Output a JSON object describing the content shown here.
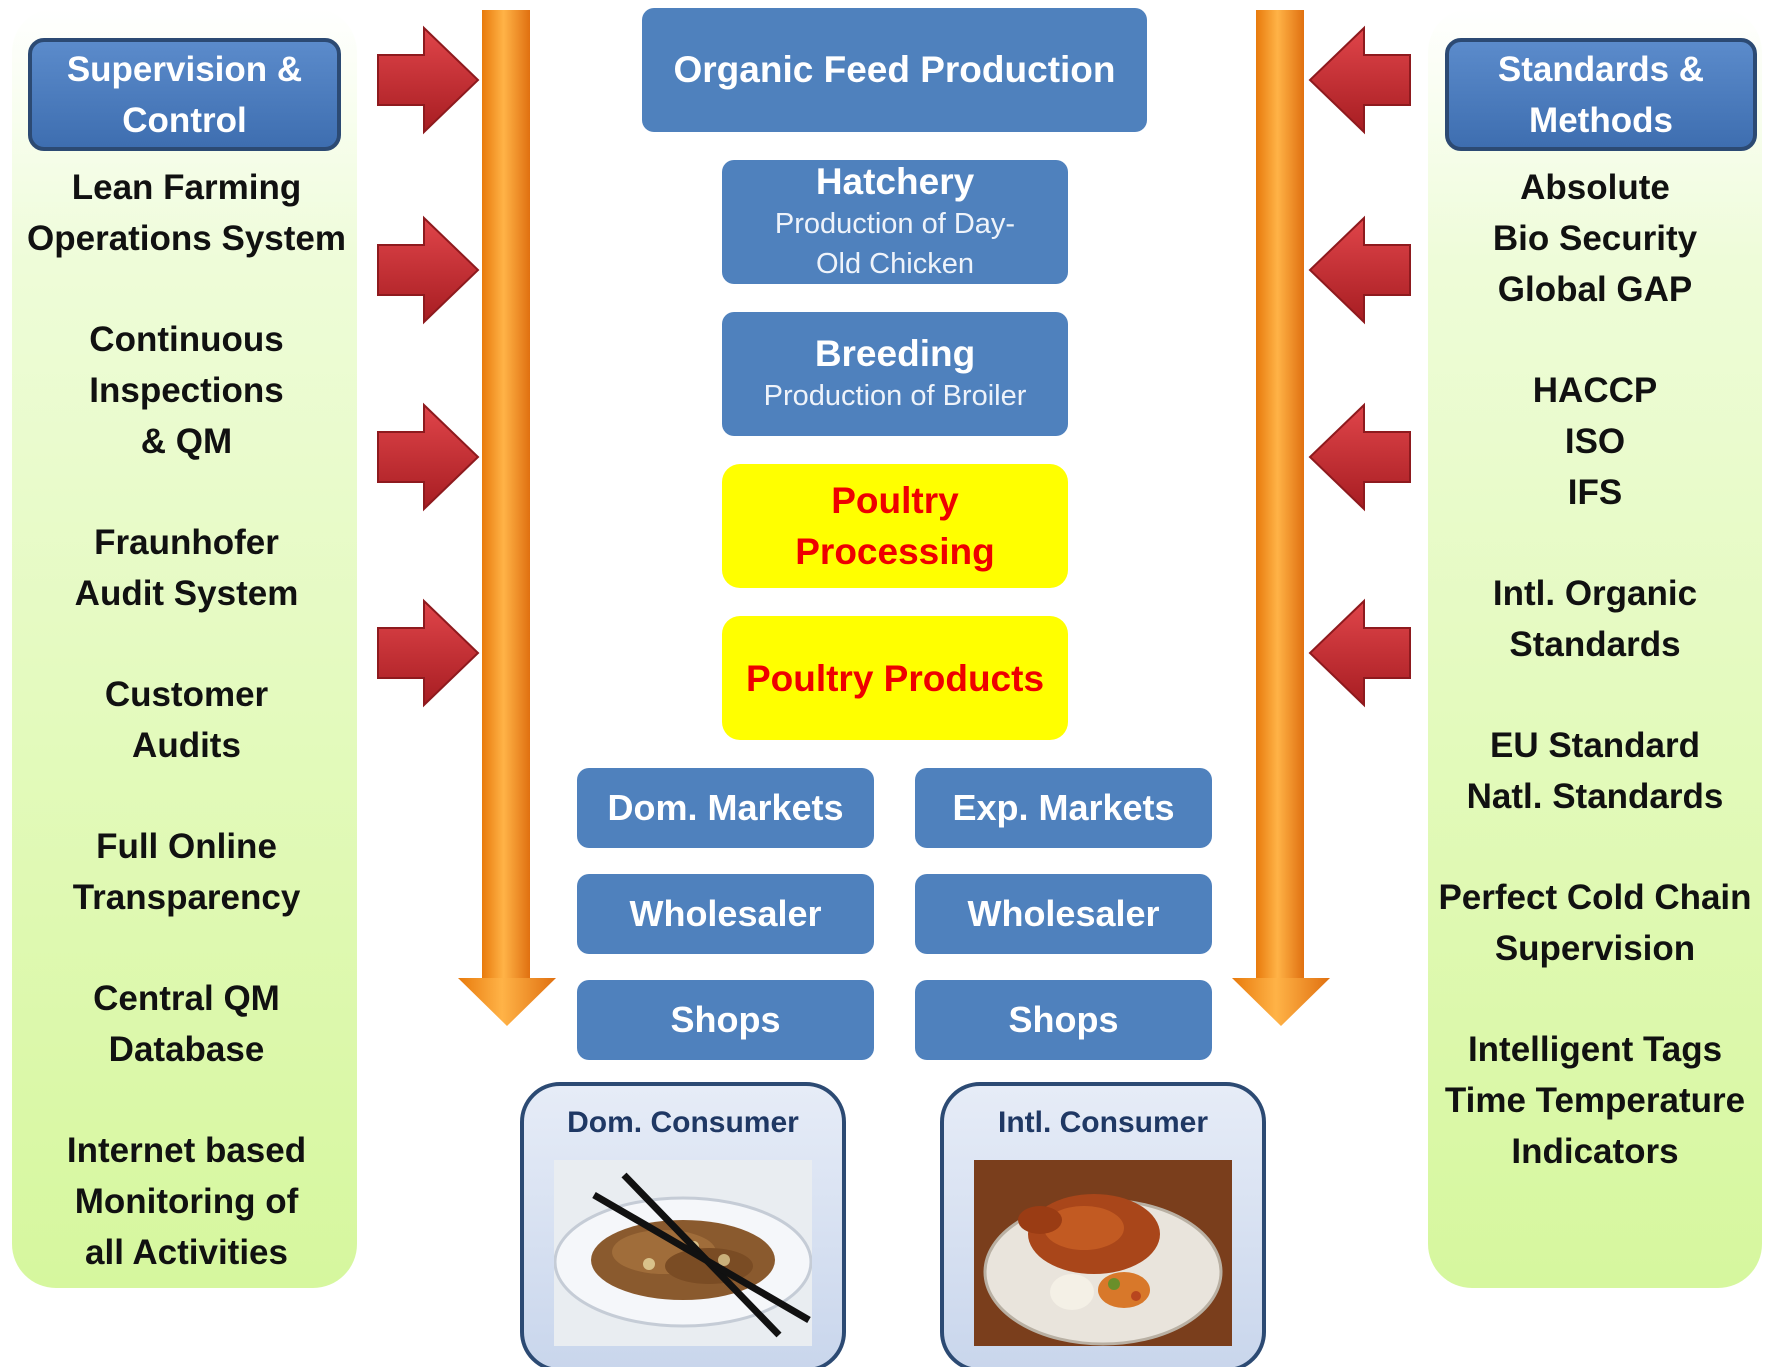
{
  "left_panel": {
    "heading": "Supervision &\nControl",
    "items": [
      "Lean Farming\nOperations System",
      "Continuous\nInspections\n& QM",
      "Fraunhofer\nAudit System",
      "Customer\nAudits",
      "Full Online\nTransparency",
      "Central  QM\nDatabase",
      "Internet based\nMonitoring  of\nall  Activities"
    ]
  },
  "right_panel": {
    "heading": "Standards &\nMethods",
    "items": [
      "Absolute\nBio Security\nGlobal GAP",
      "HACCP\nISO\nIFS",
      "Intl. Organic\nStandards",
      "EU Standard\nNatl. Standards",
      "Perfect Cold Chain\nSupervision",
      "Intelligent Tags\nTime Temperature\nIndicators"
    ]
  },
  "chain": {
    "feed": "Organic Feed Production",
    "hatchery_title": "Hatchery",
    "hatchery_sub": "Production of Day-\nOld Chicken",
    "breeding_title": "Breeding",
    "breeding_sub": "Production of Broiler",
    "processing": "Poultry\nProcessing",
    "products": "Poultry Products"
  },
  "distribution": {
    "domestic": [
      "Dom. Markets",
      "Wholesaler",
      "Shops"
    ],
    "export": [
      "Exp.  Markets",
      "Wholesaler",
      "Shops"
    ]
  },
  "consumers": {
    "domestic": "Dom. Consumer",
    "international": "Intl. Consumer"
  },
  "colors": {
    "box_blue": "#4f81bd",
    "highlight_yellow": "#ffff00",
    "highlight_text": "#ff0000",
    "panel_green": "#dff9b2",
    "arrow_red": "#c0262c",
    "pipe_orange": "#f7941d"
  }
}
